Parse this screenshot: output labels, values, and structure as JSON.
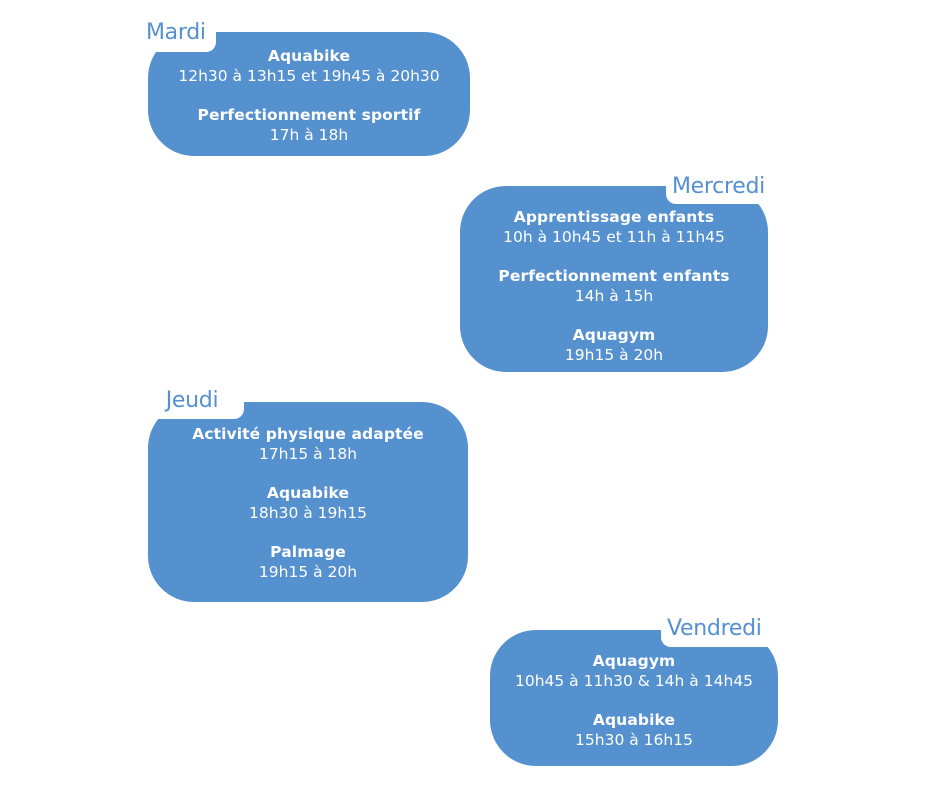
{
  "colors": {
    "box": "#5590cf",
    "label": "#5590cf",
    "text": "#ffffff",
    "background": "#ffffff"
  },
  "days": [
    {
      "label": "Mardi",
      "activities": [
        {
          "name": "Aquabike",
          "time": "12h30 à 13h15 et 19h45 à 20h30"
        },
        {
          "name": "Perfectionnement sportif",
          "time": "17h à 18h"
        }
      ]
    },
    {
      "label": "Mercredi",
      "activities": [
        {
          "name": "Apprentissage enfants",
          "time": "10h à 10h45 et 11h à 11h45"
        },
        {
          "name": "Perfectionnement enfants",
          "time": "14h à 15h"
        },
        {
          "name": "Aquagym",
          "time": "19h15 à 20h"
        }
      ]
    },
    {
      "label": "Jeudi",
      "activities": [
        {
          "name": "Activité physique adaptée",
          "time": "17h15 à 18h"
        },
        {
          "name": "Aquabike",
          "time": "18h30 à 19h15"
        },
        {
          "name": "Palmage",
          "time": "19h15 à 20h"
        }
      ]
    },
    {
      "label": "Vendredi",
      "activities": [
        {
          "name": "Aquagym",
          "time": "10h45 à 11h30 & 14h à 14h45"
        },
        {
          "name": "Aquabike",
          "time": "15h30 à 16h15"
        }
      ]
    }
  ]
}
